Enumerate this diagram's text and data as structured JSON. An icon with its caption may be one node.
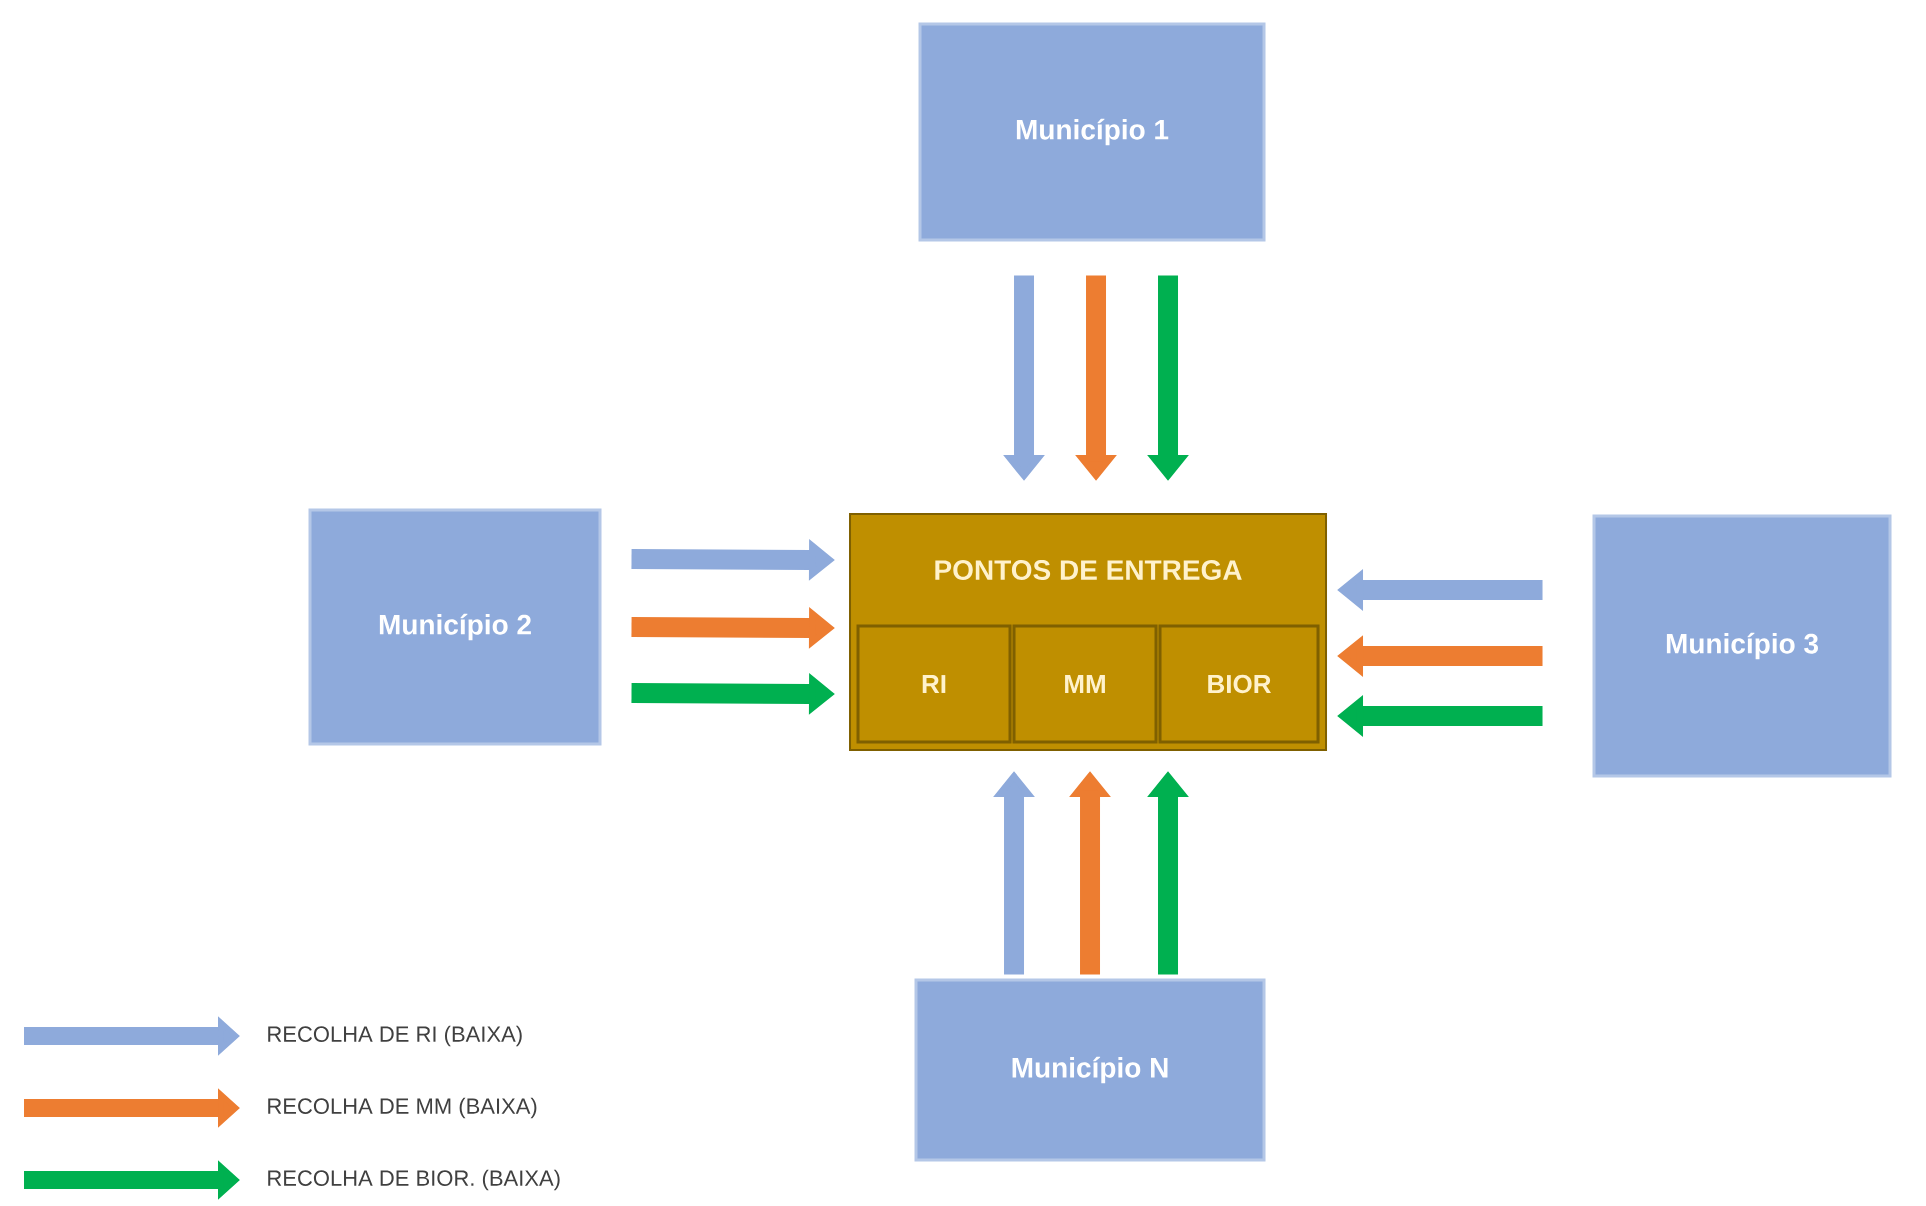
{
  "diagram": {
    "nodes": [
      {
        "text": [
          "Município 1"
        ]
      },
      {
        "text": [
          "Município 2"
        ]
      },
      {
        "text": [
          "PONTOS DE ENTREGA"
        ]
      },
      {
        "text": [
          "RI"
        ],
        "in": 2
      },
      {
        "text": [
          "MM"
        ],
        "in": 2
      },
      {
        "text": [
          "BIOR"
        ],
        "in": 2
      },
      {
        "text": [
          "Município 3"
        ]
      },
      {
        "text": [
          "Município  N"
        ]
      }
    ],
    "edges": [
      {
        "from": 0,
        "to": 2,
        "arrow": "to",
        "color": "#8eaadb"
      },
      {
        "from": 0,
        "to": 2,
        "arrow": "to",
        "color": "#ed7d31"
      },
      {
        "from": 0,
        "to": 2,
        "arrow": "to",
        "color": "#00b050"
      },
      {
        "from": 1,
        "to": 2,
        "arrow": "to",
        "color": "#8eaadb"
      },
      {
        "from": 1,
        "to": 2,
        "arrow": "to",
        "color": "#ed7d31"
      },
      {
        "from": 1,
        "to": 2,
        "arrow": "to",
        "color": "#00b050"
      },
      {
        "from": 6,
        "to": 2,
        "arrow": "to",
        "color": "#8eaadb"
      },
      {
        "from": 6,
        "to": 2,
        "arrow": "to",
        "color": "#ed7d31"
      },
      {
        "from": 6,
        "to": 2,
        "arrow": "to",
        "color": "#00b050"
      },
      {
        "from": 7,
        "to": 2,
        "arrow": "to",
        "color": "#8eaadb"
      },
      {
        "from": 7,
        "to": 2,
        "arrow": "to",
        "color": "#ed7d31"
      },
      {
        "from": 7,
        "to": 2,
        "arrow": "to",
        "color": "#00b050"
      }
    ],
    "legend": [
      {
        "text": "RECOLHA DE RI (BAIXA)"
      },
      {
        "text": "RECOLHA DE MM (BAIXA)"
      },
      {
        "text": "RECOLHA DE BIOR. (BAIXA)"
      }
    ]
  }
}
